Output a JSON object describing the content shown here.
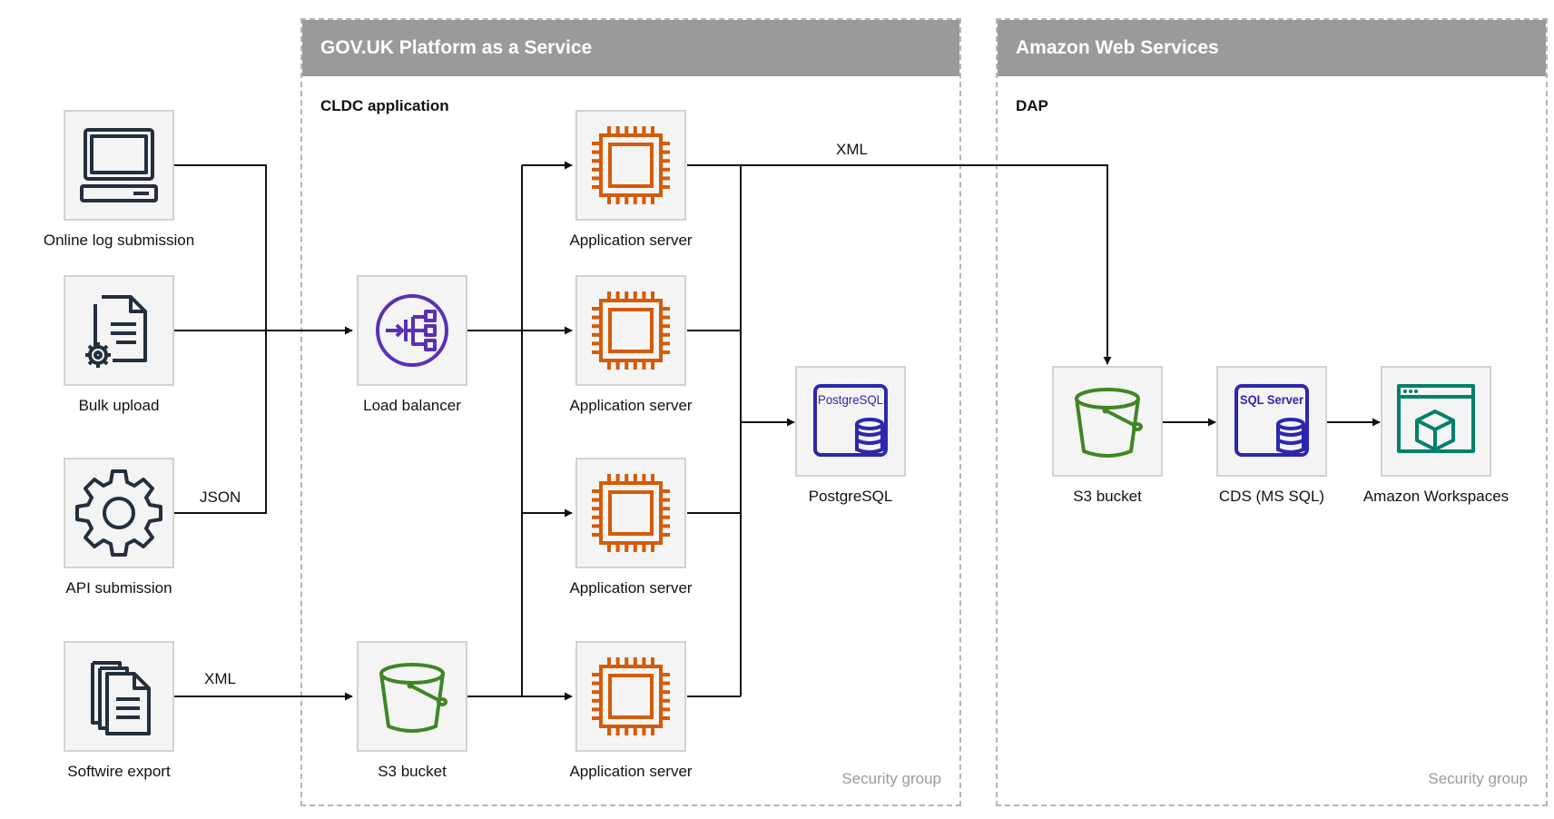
{
  "groups": {
    "paas": {
      "title": "GOV.UK Platform as a Service",
      "subtitle": "CLDC application",
      "footer": "Security group"
    },
    "aws": {
      "title": "Amazon Web Services",
      "subtitle": "DAP",
      "footer": "Security group"
    }
  },
  "nodes": {
    "online_log": {
      "label": "Online log submission",
      "icon": "laptop-icon"
    },
    "bulk_upload": {
      "label": "Bulk upload",
      "icon": "document-gear-icon"
    },
    "api_submission": {
      "label": "API submission",
      "icon": "gear-icon"
    },
    "softwire_export": {
      "label": "Softwire export",
      "icon": "documents-icon"
    },
    "load_balancer": {
      "label": "Load balancer",
      "icon": "load-balancer-icon"
    },
    "s3_paas": {
      "label": "S3 bucket",
      "icon": "s3-bucket-icon"
    },
    "app_server_1": {
      "label": "Application server",
      "icon": "chip-icon"
    },
    "app_server_2": {
      "label": "Application server",
      "icon": "chip-icon"
    },
    "app_server_3": {
      "label": "Application server",
      "icon": "chip-icon"
    },
    "app_server_4": {
      "label": "Application server",
      "icon": "chip-icon"
    },
    "postgresql": {
      "label": "PostgreSQL",
      "icon": "postgresql-icon",
      "icon_text": "PostgreSQL"
    },
    "s3_aws": {
      "label": "S3 bucket",
      "icon": "s3-bucket-icon"
    },
    "cds": {
      "label": "CDS (MS SQL)",
      "icon": "sql-server-icon",
      "icon_text": "SQL Server"
    },
    "workspaces": {
      "label": "Amazon Workspaces",
      "icon": "workspaces-icon"
    }
  },
  "edge_labels": {
    "json": "JSON",
    "xml_softwire": "XML",
    "xml_dap": "XML"
  },
  "colors": {
    "header_bg": "#9a9a9a",
    "node_bg": "#f4f4f4",
    "compute_orange": "#d45b07",
    "network_purple": "#5a30b5",
    "storage_green": "#3f8624",
    "database_blue": "#2e27ad",
    "workspaces_teal": "#01806b"
  }
}
